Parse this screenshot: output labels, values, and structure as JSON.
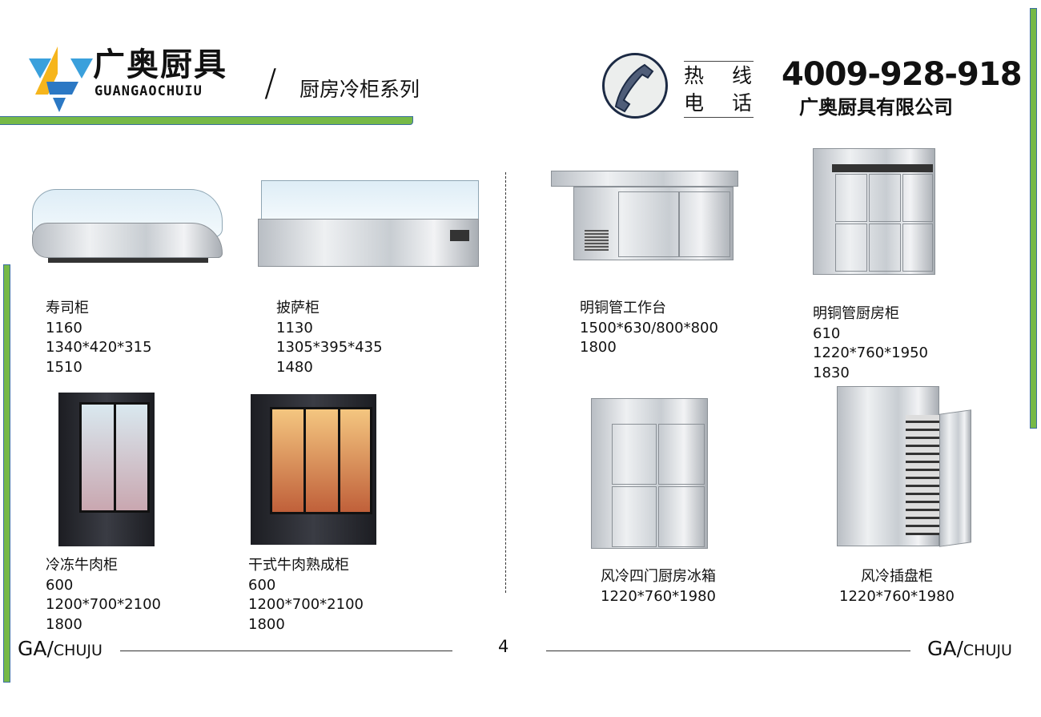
{
  "header": {
    "logo_cn": "广奥厨具",
    "logo_en": "GUANGAOCHUIU",
    "separator": "/",
    "section_title": "厨房冷柜系列",
    "hotline_label": [
      "热",
      "线",
      "电",
      "话"
    ],
    "phone": "4009-928-918",
    "company": "广奥厨具有限公司",
    "accent": "#76b947"
  },
  "products": [
    {
      "name": "寿司柜",
      "lines": [
        "1160",
        "1340*420*315",
        "1510"
      ]
    },
    {
      "name": "披萨柜",
      "lines": [
        "1130",
        "1305*395*435",
        "1480"
      ]
    },
    {
      "name": "明铜管工作台",
      "lines": [
        "1500*630/800*800",
        "1800"
      ]
    },
    {
      "name": "明铜管厨房柜",
      "lines": [
        "610",
        "1220*760*1950",
        "1830"
      ]
    },
    {
      "name": "冷冻牛肉柜",
      "lines": [
        "600",
        "1200*700*2100",
        "1800"
      ]
    },
    {
      "name": "干式牛肉熟成柜",
      "lines": [
        "600",
        "1200*700*2100",
        "1800"
      ]
    },
    {
      "name": "风冷四门厨房冰箱",
      "lines": [
        "1220*760*1980"
      ]
    },
    {
      "name": "风冷插盘柜",
      "lines": [
        "1220*760*1980"
      ]
    }
  ],
  "footer": {
    "brand_big": "GA/",
    "brand_small": "CHUJU",
    "page_number": "4"
  }
}
